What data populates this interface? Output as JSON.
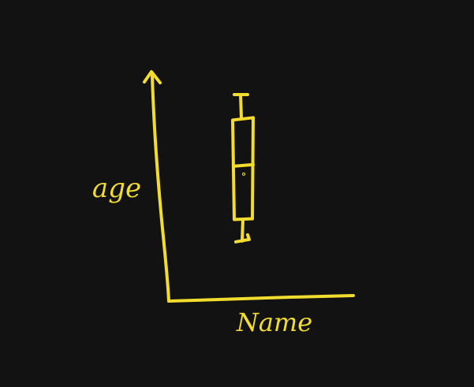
{
  "chart_data": {
    "type": "box",
    "style": "hand-drawn sketch",
    "background_color": "#121212",
    "ink_color": "#F2DC2E",
    "xlabel": "Name",
    "ylabel": "age",
    "boxes": [
      {
        "whisker_low": 0.08,
        "q1": 0.22,
        "median": 0.56,
        "q3": 0.85,
        "whisker_high": 1.0
      }
    ],
    "axis_ticks": "none",
    "grid": false,
    "legend": false
  }
}
